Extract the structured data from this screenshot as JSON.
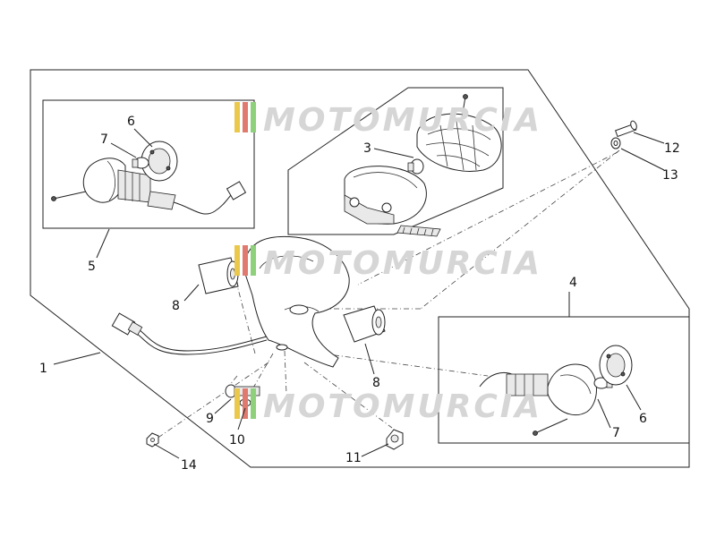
{
  "watermark": {
    "text": "MOTOMURCIA",
    "stripe_colors": [
      "#e9c84a",
      "#e07a6e",
      "#8fd07a"
    ]
  },
  "callouts": {
    "c1": "1",
    "c3": "3",
    "c4": "4",
    "c5": "5",
    "c6_left": "6",
    "c6_right": "6",
    "c7_left": "7",
    "c7_right": "7",
    "c8_left": "8",
    "c8_right": "8",
    "c9": "9",
    "c10": "10",
    "c11": "11",
    "c12": "12",
    "c13": "13",
    "c14": "14"
  }
}
